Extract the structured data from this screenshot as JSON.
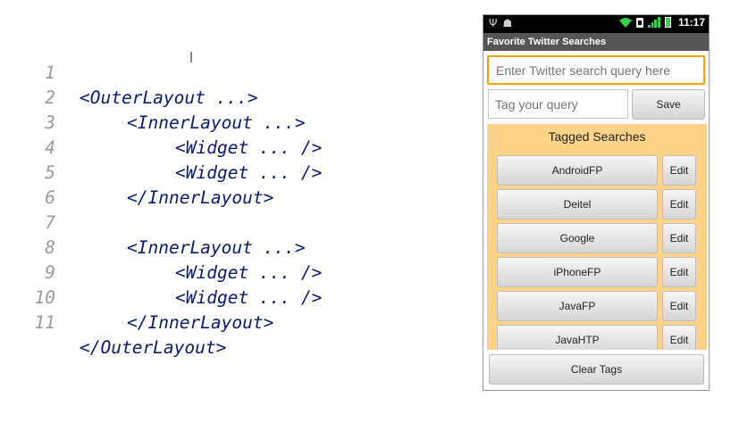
{
  "code": {
    "lines": [
      {
        "num": "1",
        "text": "<OuterLayout ...>"
      },
      {
        "num": "2",
        "text": "<InnerLayout ...>"
      },
      {
        "num": "3",
        "text": "<Widget ... />"
      },
      {
        "num": "4",
        "text": "<Widget ... />"
      },
      {
        "num": "5",
        "text": "</InnerLayout>"
      },
      {
        "num": "6",
        "text": ""
      },
      {
        "num": "7",
        "text": "<InnerLayout ...>"
      },
      {
        "num": "8",
        "text": "<Widget ... />"
      },
      {
        "num": "9",
        "text": "<Widget ... />"
      },
      {
        "num": "10",
        "text": "</InnerLayout>"
      },
      {
        "num": "11",
        "text": "</OuterLayout>"
      }
    ]
  },
  "phone": {
    "status": {
      "time": "11:17"
    },
    "app_title": "Favorite Twitter Searches",
    "query_placeholder": "Enter Twitter search query here",
    "tag_placeholder": "Tag your query",
    "save_label": "Save",
    "tagged_title": "Tagged Searches",
    "searches": [
      {
        "name": "AndroidFP",
        "edit": "Edit"
      },
      {
        "name": "Deitel",
        "edit": "Edit"
      },
      {
        "name": "Google",
        "edit": "Edit"
      },
      {
        "name": "iPhoneFP",
        "edit": "Edit"
      },
      {
        "name": "JavaFP",
        "edit": "Edit"
      },
      {
        "name": "JavaHTP",
        "edit": "Edit"
      }
    ],
    "clear_label": "Clear Tags"
  },
  "colors": {
    "accent": "#f0a400",
    "tagged_bg": "#fdd38a",
    "code_tag": "#0b1b6e",
    "line_number": "#9a9a9a"
  },
  "icons": [
    "usb-icon",
    "android-debug-icon",
    "wifi-icon",
    "sim-icon",
    "signal-icon",
    "battery-icon"
  ]
}
